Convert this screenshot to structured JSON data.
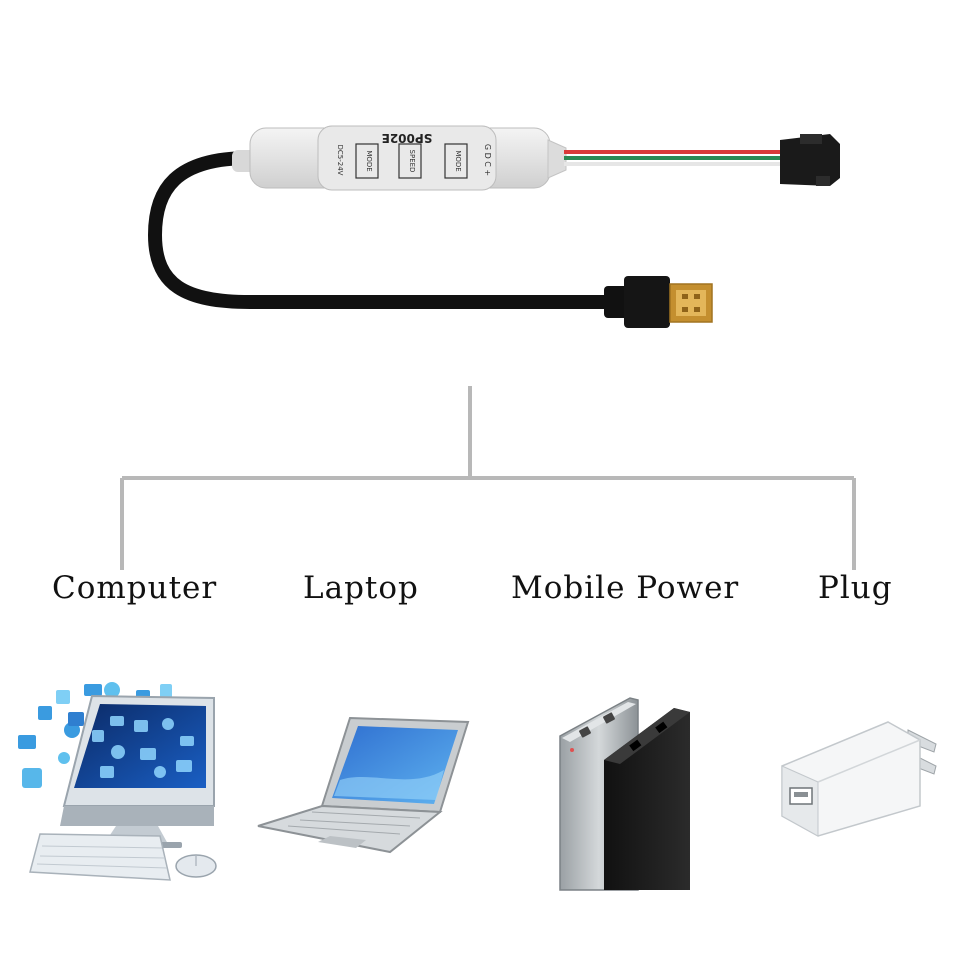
{
  "controller": {
    "model": "SP002E",
    "buttons": [
      "MODE",
      "SPEED",
      "MODE"
    ],
    "power_label": "DC5-24V",
    "output_label": "G D C +"
  },
  "sources": [
    {
      "label": "Computer",
      "icon": "desktop-computer-icon"
    },
    {
      "label": "Laptop",
      "icon": "laptop-icon"
    },
    {
      "label": "Mobile Power",
      "icon": "power-bank-icon"
    },
    {
      "label": "Plug",
      "icon": "usb-wall-plug-icon"
    }
  ],
  "colors": {
    "wire_red": "#d93a3a",
    "wire_green": "#2a8a55",
    "connector_lines": "#b8b8b8",
    "usb_gold": "#d9a441"
  }
}
